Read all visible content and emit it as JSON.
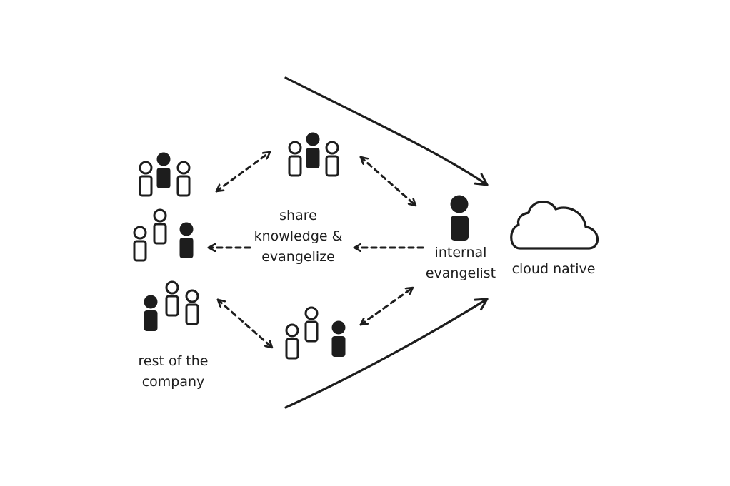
{
  "labels": {
    "share": [
      "share",
      "knowledge &",
      "evangelize"
    ],
    "evangelist": [
      "internal",
      "evangelist"
    ],
    "cloud": "cloud native",
    "company": [
      "rest of the",
      "company"
    ]
  },
  "colors": {
    "ink": "#1d1d1d",
    "background": "#ffffff"
  },
  "icons": [
    "person-group-icon",
    "person-icon",
    "cloud-icon",
    "arrow-icon"
  ]
}
